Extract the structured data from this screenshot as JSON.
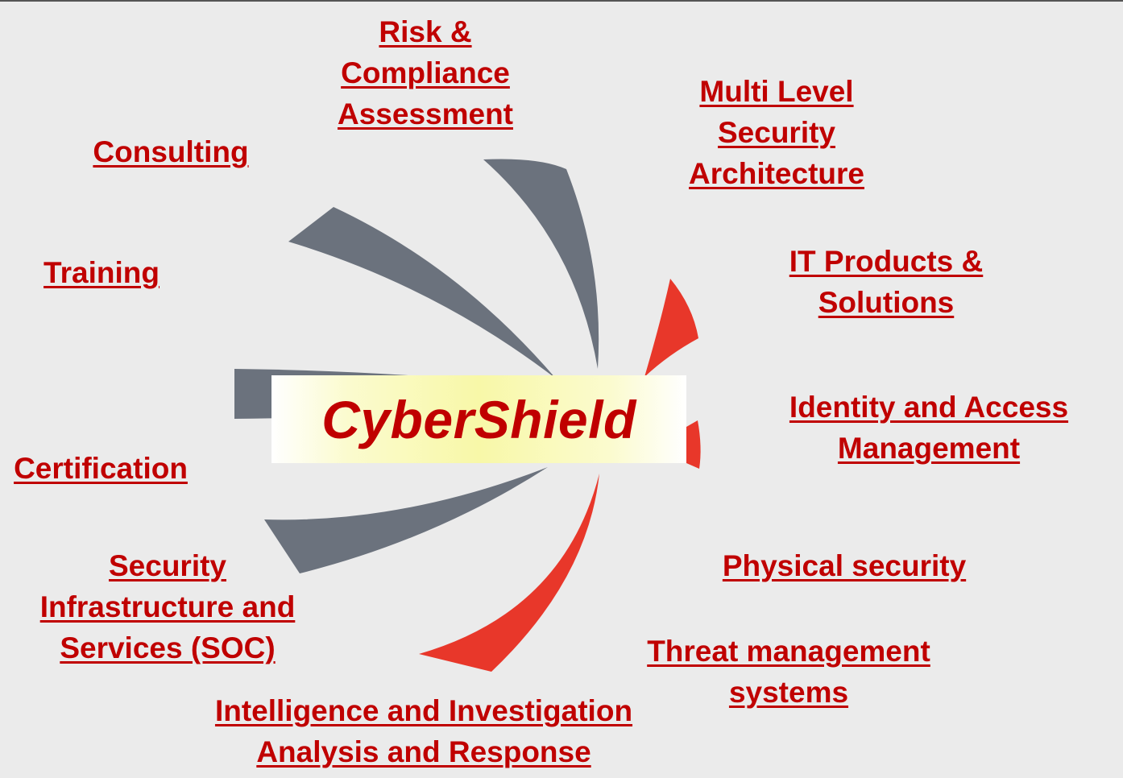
{
  "center_title": "CyberShield",
  "colors": {
    "accent_red": "#c00000",
    "swirl_gray": "#6b727d",
    "swirl_red": "#e8372a"
  },
  "services": {
    "risk_line1": "Risk &",
    "risk_line2": "Compliance",
    "risk_line3": "Assessment",
    "multi_line1": "Multi Level",
    "multi_line2": "Security",
    "multi_line3": "Architecture",
    "consulting": "Consulting",
    "it_line1": "IT Products &",
    "it_line2": "Solutions",
    "training": "Training",
    "iam_line1": "Identity and Access",
    "iam_line2": "Management",
    "certification": "Certification",
    "physical": "Physical security",
    "soc_line1": "Security",
    "soc_line2": "Infrastructure and",
    "soc_line3": "Services (SOC)",
    "threat_line1": "Threat management",
    "threat_line2": "systems",
    "intel_line1": "Intelligence and Investigation",
    "intel_line2": "Analysis and Response"
  }
}
